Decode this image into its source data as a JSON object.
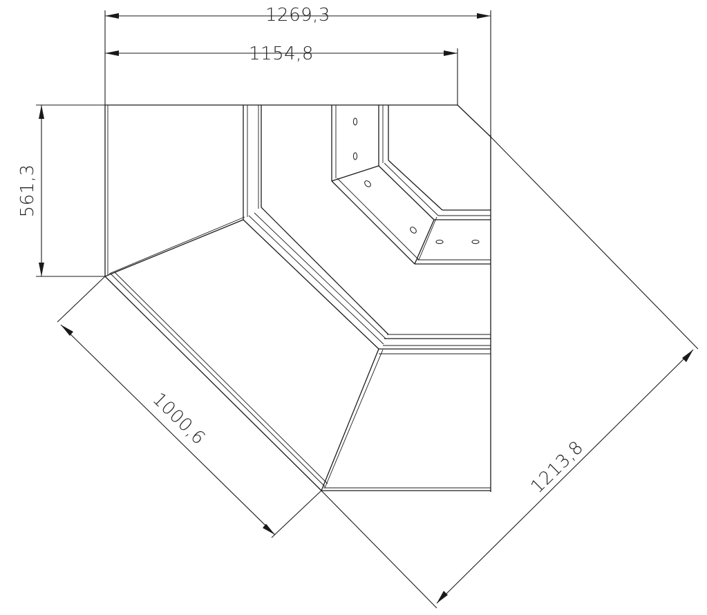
{
  "dimensions": {
    "overall_width": "1269,3",
    "inner_width": "1154,8",
    "left_height": "561,3",
    "left_diagonal": "1000,6",
    "right_diagonal": "1213,8"
  },
  "colors": {
    "line": "#1a1a1a",
    "background": "#ffffff"
  }
}
